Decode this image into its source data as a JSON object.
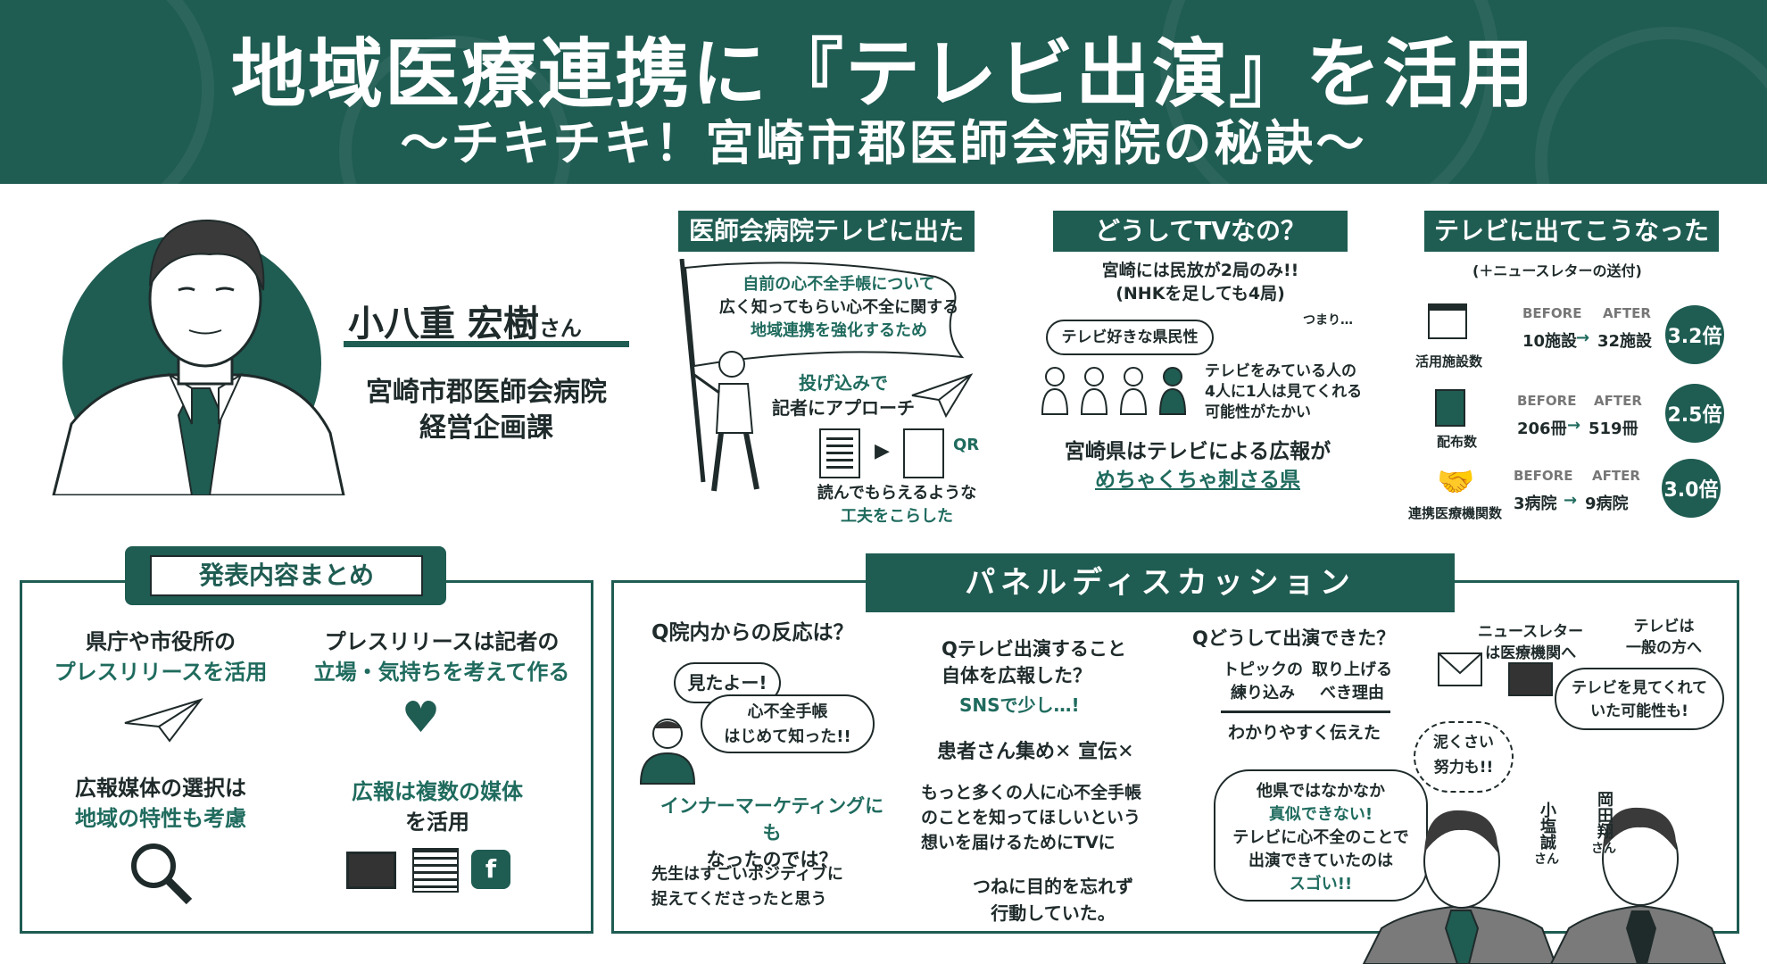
{
  "header": {
    "title": "地域医療連携に『テレビ出演』を活用",
    "subtitle": "〜チキチキ！宮崎市郡医師会病院の秘訣〜"
  },
  "speaker": {
    "name": "小八重 宏樹",
    "suffix": "さん",
    "org_line1": "宮崎市郡医師会病院",
    "org_line2": "経営企画課"
  },
  "section1": {
    "label": "医師会病院テレビに出た",
    "flag_line1": "自前の心不全手帳について",
    "flag_line2": "広く知ってもらい心不全に関する",
    "flag_line3": "地域連携を強化するため",
    "pitch_line1": "投げ込みで",
    "pitch_line2": "記者にアプローチ",
    "qr": "QR",
    "read_line1": "読んでもらえるような",
    "read_line2": "工夫をこらした"
  },
  "section2": {
    "label": "どうしてTVなの？",
    "line1": "宮崎には民放が2局のみ!!",
    "line2": "(NHKを足しても4局)",
    "tsumari": "つまり…",
    "tv_lovers": "テレビ好きな県民性",
    "watch_line1": "テレビをみている人の",
    "watch_line2": "4人に1人は見てくれる",
    "watch_line3": "可能性がたかい",
    "conclusion_line1": "宮崎県はテレビによる広報が",
    "conclusion_line2": "めちゃくちゃ刺さる県"
  },
  "section3": {
    "label": "テレビに出てこうなった",
    "note": "(＋ニュースレターの送付)",
    "before": "BEFORE",
    "after": "AFTER",
    "metrics": [
      {
        "label": "活用施設数",
        "before": "10施設",
        "after": "32施設",
        "mult": "3.2倍"
      },
      {
        "label": "配布数",
        "before": "206冊",
        "after": "519冊",
        "mult": "2.5倍"
      },
      {
        "label": "連携医療機関数",
        "before": "3病院",
        "after": "9病院",
        "mult": "3.0倍"
      }
    ]
  },
  "summary": {
    "label": "発表内容まとめ",
    "item1_line1": "県庁や市役所の",
    "item1_line2": "プレスリリースを活用",
    "item2_line1": "プレスリリースは記者の",
    "item2_line2": "立場・気持ちを考えて作る",
    "item3_line1": "広報媒体の選択は",
    "item3_line2": "地域の特性も考慮",
    "item4_line1": "広報は複数の媒体",
    "item4_line2": "を活用"
  },
  "panel": {
    "label": "パネルディスカッション",
    "q1": "Q院内からの反応は？",
    "q1_bubble1": "見たよー!",
    "q1_bubble2_line1": "心不全手帳",
    "q1_bubble2_line2": "はじめて知った!!",
    "q1_inner_line1": "インナーマーケティングにも",
    "q1_inner_line2": "なったのでは？",
    "q1_positive_line1": "先生はすごいポジティブに",
    "q1_positive_line2": "捉えてくださったと思う",
    "q2_line1": "Qテレビ出演すること",
    "q2_line2": "自体を広報した？",
    "q2_answer": "SNSで少し…!",
    "q2_not": "患者さん集め✕ 宣伝✕",
    "q2_more_line1": "もっと多くの人に心不全手帳",
    "q2_more_line2": "のことを知ってほしいという",
    "q2_more_line3": "想いを届けるためにTVに",
    "q2_always_line1": "つねに目的を忘れず",
    "q2_always_line2": "行動していた。",
    "q3": "Qどうして出演できた？",
    "q3_topic_line1": "トピックの",
    "q3_topic_line2": "練り込み",
    "q3_reason_line1": "取り上げる",
    "q3_reason_line2": "べき理由",
    "q3_convey": "わかりやすく伝えた",
    "q3_other_line1": "他県ではなかなか",
    "q3_other_line2": "真似できない!",
    "q3_other_line3": "テレビに心不全のことで",
    "q3_other_line4": "出演できていたのは",
    "q3_other_line5": "スゴい!!",
    "newsletter_line1": "ニュースレター",
    "newsletter_line2": "は医療機関へ",
    "tv_line1": "テレビは",
    "tv_line2": "一般の方へ",
    "tv_bubble_line1": "テレビを見てくれて",
    "tv_bubble_line2": "いた可能性も!",
    "effort_line1": "泥くさい",
    "effort_line2": "努力も!!",
    "panelist1_line1": "小塩誠",
    "panelist1_line2": "さん",
    "panelist2_line1": "岡田翔",
    "panelist2_line2": "さん"
  }
}
